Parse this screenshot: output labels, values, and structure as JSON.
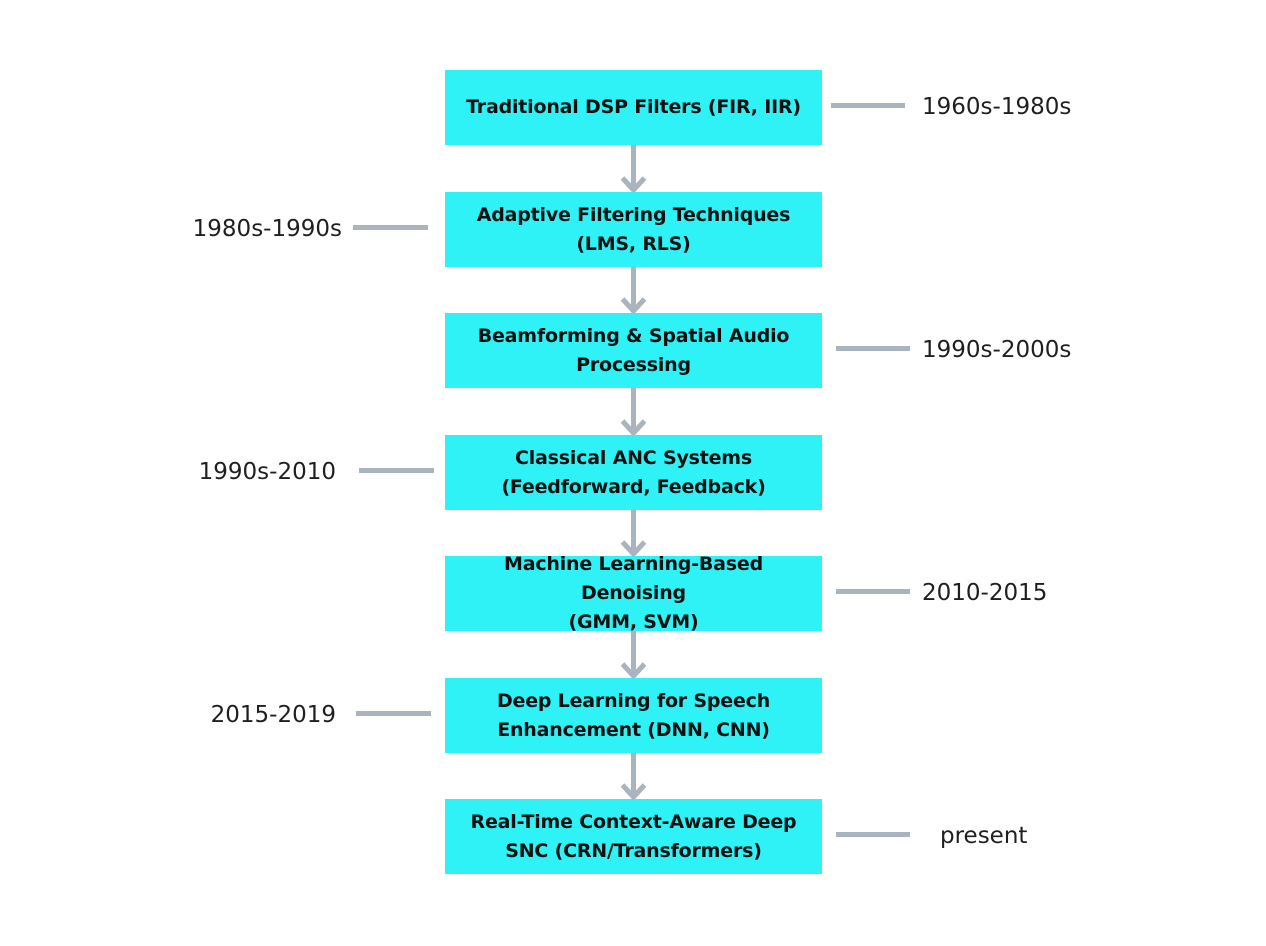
{
  "colors": {
    "box_fill": "#2ef2f5",
    "connector": "#a9b4be",
    "text": "#111111"
  },
  "stages": [
    {
      "label_line1": "Traditional DSP Filters (FIR, IIR)",
      "label_line2": "",
      "era": "1960s-1980s",
      "era_side": "right"
    },
    {
      "label_line1": "Adaptive Filtering Techniques",
      "label_line2": "(LMS, RLS)",
      "era": "1980s-1990s",
      "era_side": "left"
    },
    {
      "label_line1": "Beamforming & Spatial Audio",
      "label_line2": "Processing",
      "era": "1990s-2000s",
      "era_side": "right"
    },
    {
      "label_line1": "Classical ANC Systems",
      "label_line2": "(Feedforward, Feedback)",
      "era": "1990s-2010",
      "era_side": "left"
    },
    {
      "label_line1": "Machine Learning-Based Denoising",
      "label_line2": "(GMM, SVM)",
      "era": "2010-2015",
      "era_side": "right"
    },
    {
      "label_line1": "Deep Learning for Speech",
      "label_line2": "Enhancement (DNN, CNN)",
      "era": "2015-2019",
      "era_side": "left"
    },
    {
      "label_line1": "Real-Time Context-Aware Deep",
      "label_line2": "SNC (CRN/Transformers)",
      "era": "present",
      "era_side": "right"
    }
  ]
}
